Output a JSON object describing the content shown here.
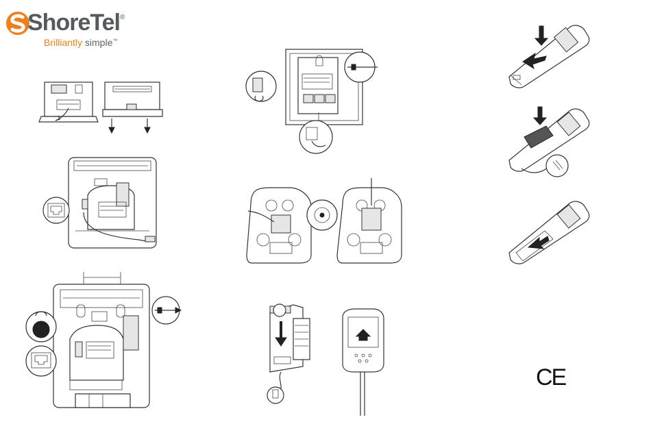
{
  "brand": {
    "name": "ShoreTel",
    "trademark": "®",
    "tagline_accent": "Brilliantly",
    "tagline_rest": " simple",
    "tagline_tm": "™",
    "accent_color": "#ef7f1a",
    "text_color": "#555a5e"
  },
  "marks": {
    "ce": "CE"
  },
  "icons": [
    "shoretel-logo-icon",
    "rotate-icon",
    "screw-icon",
    "ethernet-port-icon",
    "down-arrow-icon",
    "up-arrow-icon",
    "power-plug-icon"
  ]
}
